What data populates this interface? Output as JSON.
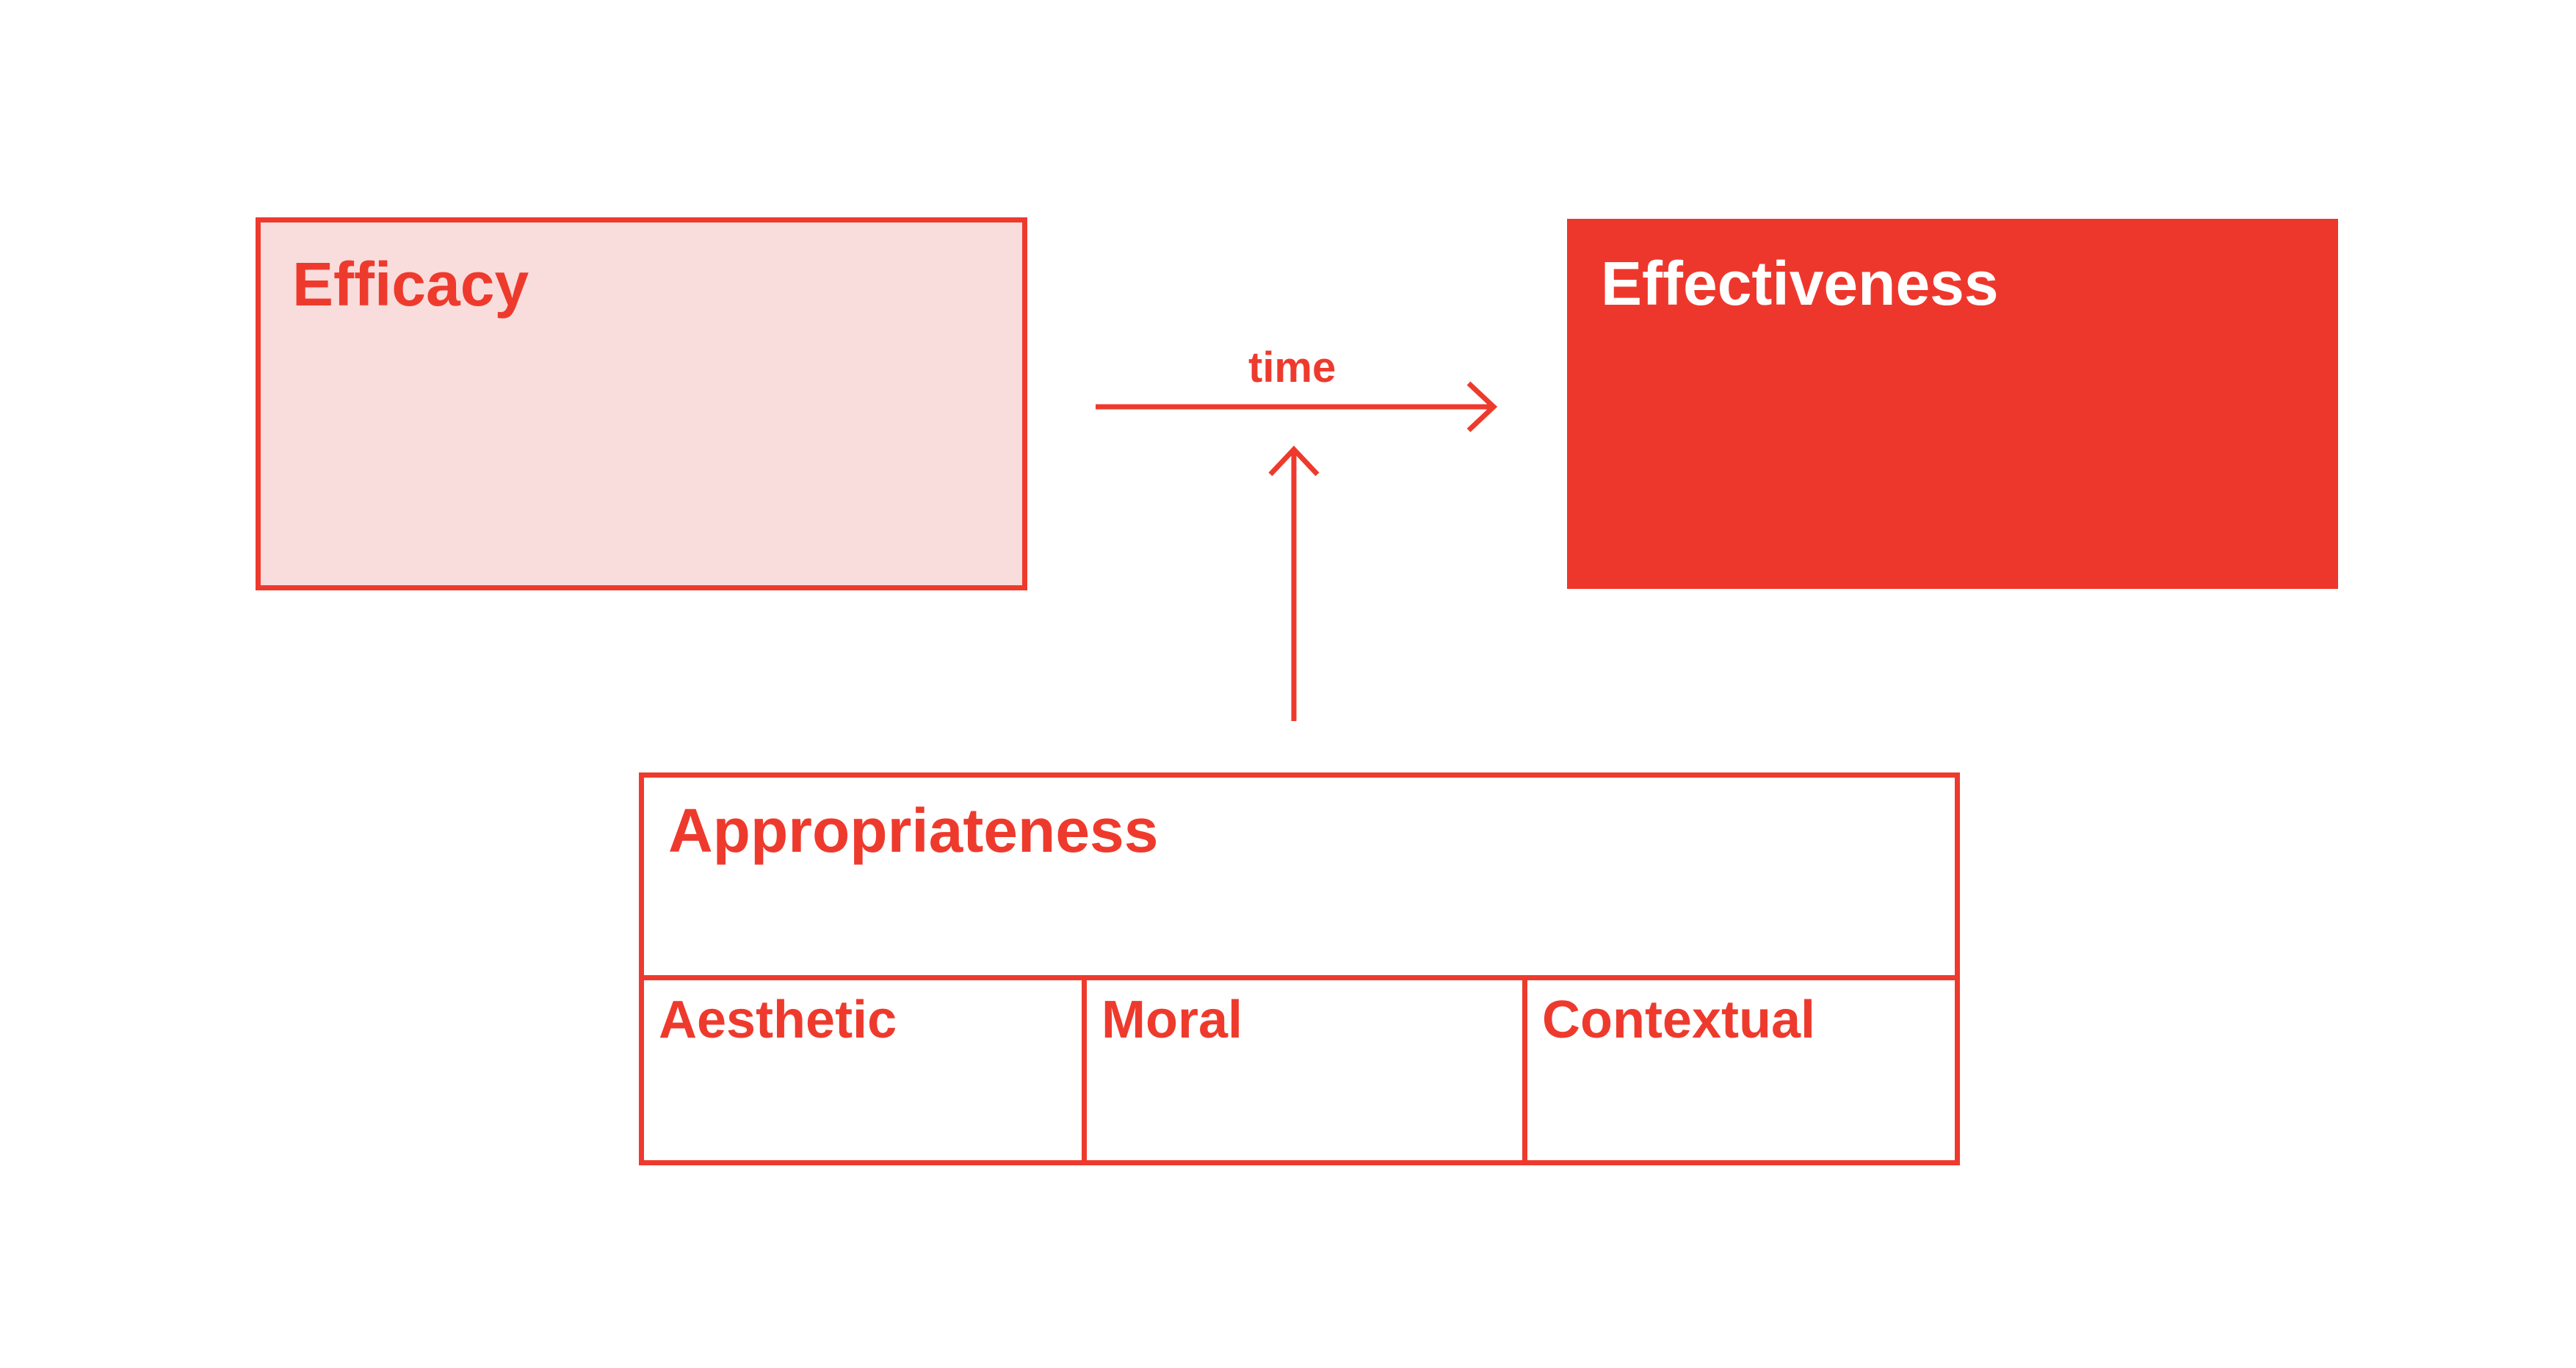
{
  "diagram": {
    "efficacy": {
      "label": "Efficacy"
    },
    "effectiveness": {
      "label": "Effectiveness"
    },
    "time_arrow": {
      "label": "time"
    },
    "appropriateness": {
      "label": "Appropriateness",
      "subcategories": [
        {
          "label": "Aesthetic"
        },
        {
          "label": "Moral"
        },
        {
          "label": "Contextual"
        }
      ]
    },
    "colors": {
      "accent": "#ee3a2d",
      "efficacy_fill": "#f8dddc",
      "effectiveness_fill": "#ee372c",
      "effectiveness_text": "#ffffff"
    }
  }
}
